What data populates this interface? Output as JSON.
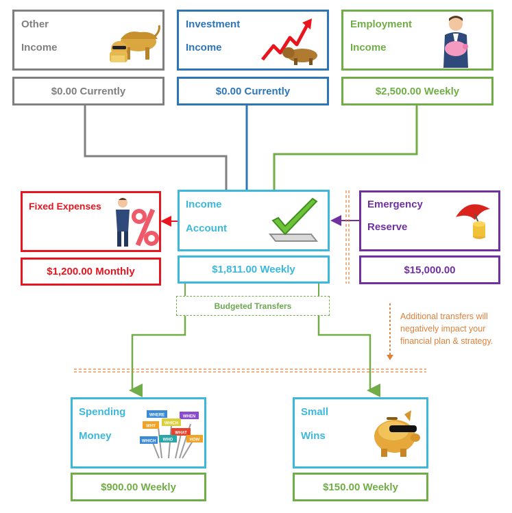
{
  "colors": {
    "gray": "#7f7f7f",
    "blue": "#2e75b6",
    "green": "#70ad47",
    "cyan": "#3bb8dc",
    "red": "#e8141e",
    "purple": "#7030a0",
    "orange": "#e0803a"
  },
  "other_income": {
    "line1": "Other",
    "line2": "Income",
    "amount": "$0.00 Currently",
    "icon": "golden-bull-icon"
  },
  "investment_income": {
    "line1": "Investment",
    "line2": "Income",
    "amount": "$0.00 Currently",
    "icon": "bull-with-rising-arrow-icon"
  },
  "employment_income": {
    "line1": "Employment",
    "line2": "Income",
    "amount": "$2,500.00 Weekly",
    "icon": "businessman-with-piggy-bank-icon"
  },
  "fixed_expenses": {
    "label": "Fixed Expenses",
    "amount": "$1,200.00 Monthly",
    "icon": "businessman-with-percent-icon"
  },
  "income_account": {
    "line1": "Income",
    "line2": "Account",
    "amount": "$1,811.00 Weekly",
    "icon": "checkmark-icon"
  },
  "emergency_reserve": {
    "line1": "Emergency",
    "line2": "Reserve",
    "amount": "$15,000.00",
    "icon": "umbrella-over-coins-icon"
  },
  "budgeted_transfers": "Budgeted Transfers",
  "note": {
    "line1": "Additional transfers will",
    "line2": "negatively impact your",
    "line3": "financial plan & strategy."
  },
  "spending_money": {
    "line1": "Spending",
    "line2": "Money",
    "amount": "$900.00 Weekly",
    "icon": "question-word-signs-icon",
    "signs": [
      "WHERE",
      "WHEN",
      "WHY",
      "WHICH",
      "WHAT",
      "HOW",
      "WHO",
      "WHICH"
    ]
  },
  "small_wins": {
    "line1": "Small",
    "line2": "Wins",
    "amount": "$150.00 Weekly",
    "icon": "piggy-bank-with-sunglasses-icon"
  }
}
